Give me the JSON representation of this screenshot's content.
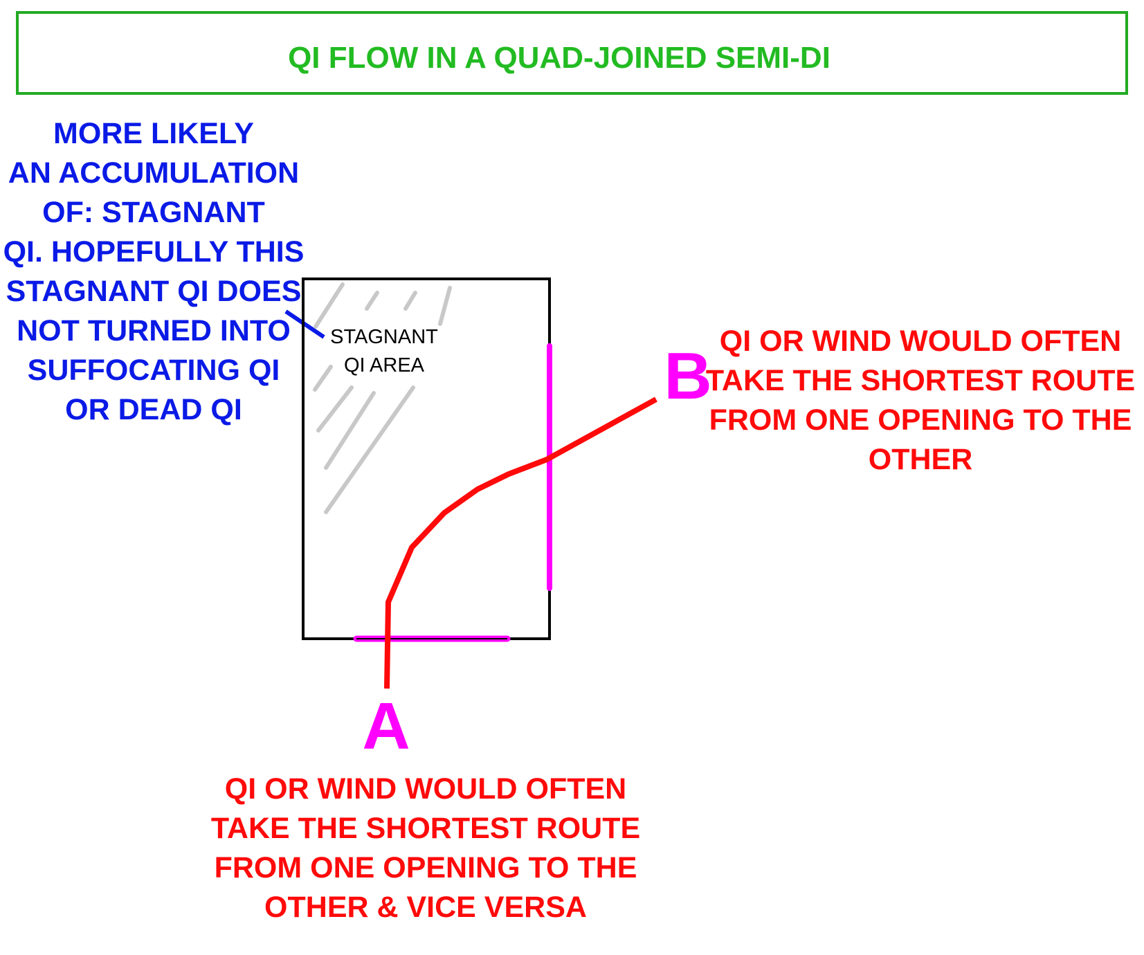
{
  "title": "QI FLOW IN A QUAD-JOINED SEMI-DI",
  "left_note": [
    "MORE LIKELY",
    "AN ACCUMULATION",
    "OF: STAGNANT",
    "QI. HOPEFULLY THIS",
    "STAGNANT QI DOES",
    "NOT TURNED INTO",
    "SUFFOCATING QI",
    "OR DEAD QI"
  ],
  "stagnant_label": [
    "STAGNANT",
    "QI AREA"
  ],
  "opening_a": "A",
  "opening_b": "B",
  "right_note": [
    "QI OR WIND WOULD OFTEN",
    "TAKE THE SHORTEST ROUTE",
    "FROM ONE OPENING TO THE",
    "OTHER"
  ],
  "bottom_note": [
    "QI OR WIND WOULD OFTEN",
    "TAKE THE SHORTEST ROUTE",
    "FROM ONE OPENING TO THE",
    "OTHER & VICE VERSA"
  ],
  "colors": {
    "title": "#22bb22",
    "note_blue": "#0a1ae6",
    "flow_red": "#ff0a0a",
    "opening_magenta": "#ff00ff",
    "hatch_gray": "#c8c8c8"
  }
}
